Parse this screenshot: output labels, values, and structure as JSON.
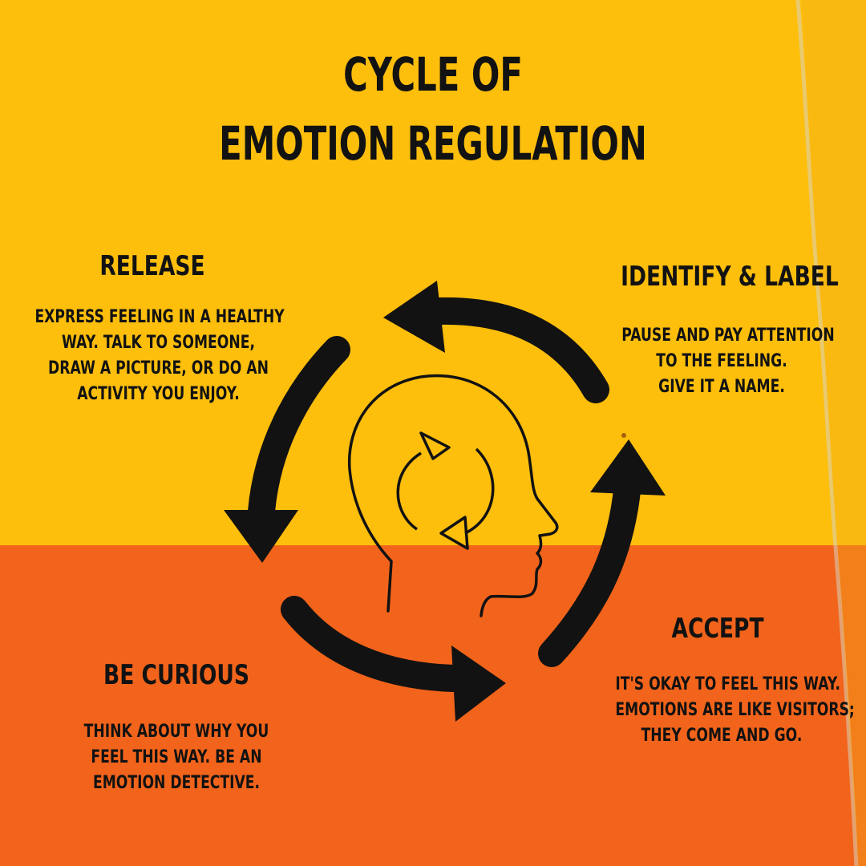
{
  "title": {
    "line1": "CYCLE OF",
    "line2": "EMOTION REGULATION"
  },
  "steps": [
    {
      "heading": "RELEASE",
      "lines": [
        "EXPRESS FEELING IN A HEALTHY",
        "WAY. TALK TO SOMEONE,",
        "DRAW A PICTURE, OR DO AN",
        "ACTIVITY YOU ENJOY."
      ]
    },
    {
      "heading": "IDENTIFY & LABEL",
      "lines": [
        "PAUSE AND PAY ATTENTION",
        "TO THE FEELING.",
        "GIVE IT A NAME."
      ]
    },
    {
      "heading": "ACCEPT",
      "lines": [
        "IT'S OKAY TO FEEL THIS WAY.",
        "EMOTIONS ARE LIKE VISITORS;",
        "THEY COME AND GO."
      ]
    },
    {
      "heading": "BE CURIOUS",
      "lines": [
        "THINK ABOUT WHY YOU",
        "FEEL THIS WAY.  BE AN",
        "EMOTION DETECTIVE."
      ]
    }
  ],
  "colors": {
    "top_background": "#FDBE0C",
    "bottom_background": "#F2641B",
    "ink": "#121212"
  },
  "icons": [
    "cycle-arrow-icon",
    "head-profile-icon",
    "refresh-arrows-icon"
  ]
}
